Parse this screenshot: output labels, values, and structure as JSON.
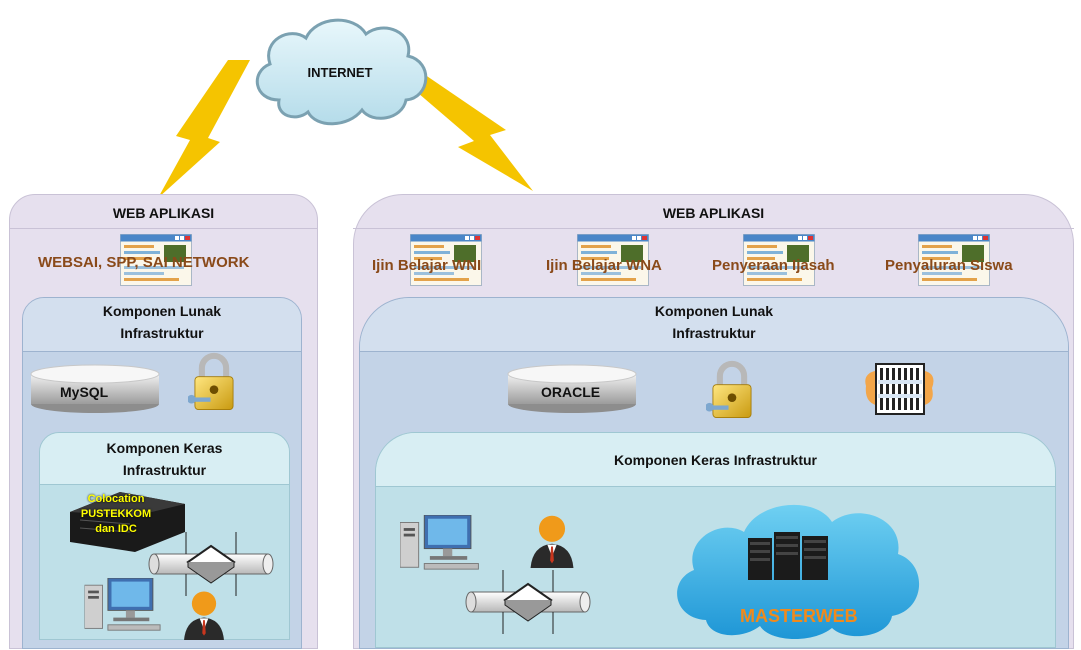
{
  "internet": {
    "label": "INTERNET"
  },
  "left_panel": {
    "title": "WEB APLIKASI",
    "apps": [
      "WEBSAI, SPP, SAI NETWORK"
    ],
    "lunak": {
      "title_line1": "Komponen Lunak",
      "title_line2": "Infrastruktur",
      "db_label": "MySQL"
    },
    "keras": {
      "title_line1": "Komponen Keras",
      "title_line2": "Infrastruktur",
      "colocation_line1": "Colocation",
      "colocation_line2": "PUSTEKKOM",
      "colocation_line3": "dan IDC"
    }
  },
  "right_panel": {
    "title": "WEB APLIKASI",
    "apps": [
      "Ijin Belajar WNI",
      "Ijin Belajar WNA",
      "Penyeraan Ijasah",
      "Penyaluran Siswa"
    ],
    "lunak": {
      "title_line1": "Komponen Lunak",
      "title_line2": "Infrastruktur",
      "db_label": "ORACLE"
    },
    "keras": {
      "title": "Komponen Keras Infrastruktur",
      "cloud_label": "MASTERWEB"
    }
  },
  "colors": {
    "outer": "#e6e0ee",
    "lunak": "#c3d3e7",
    "keras": "#bfe0e8",
    "app_text": "#8a4a1a",
    "cloud": "#2fb4e8",
    "lightning": "#f5c400",
    "masterweb": "#f08a1c"
  },
  "icons": [
    "cloud-icon",
    "lightning-icon",
    "app-window-icon",
    "database-icon",
    "padlock-icon",
    "firewall-icon",
    "server-rack-icon",
    "network-switch-icon",
    "desktop-computer-icon",
    "user-icon"
  ]
}
